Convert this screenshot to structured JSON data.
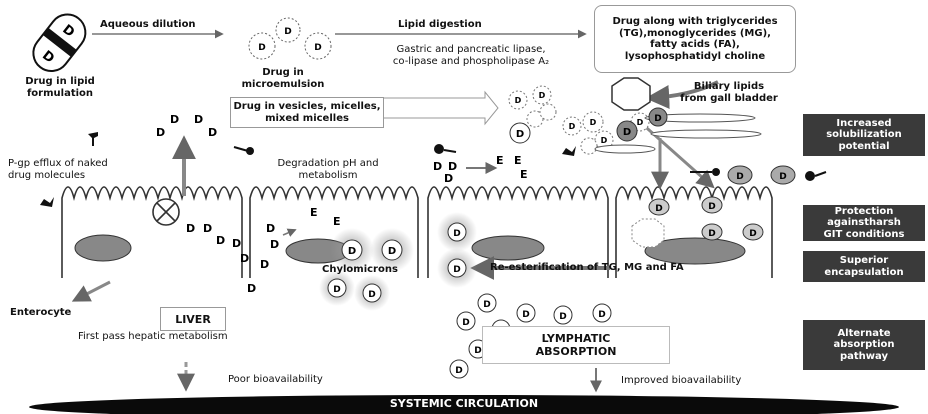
{
  "labels": {
    "aqueous_dilution": "Aqueous dilution",
    "lipid_digestion": "Lipid digestion",
    "drug_in_lipid_formulation": "Drug in lipid\nformulation",
    "drug_in_microemulsion": "Drug in\nmicroemulsion",
    "enzymes": "Gastric and pancreatic lipase,\nco-lipase and phospholipase A₂",
    "triglycerides_box": "Drug along with triglycerides\n(TG),monoglycerides (MG),\nfatty acids (FA),\nlysophosphatidyl choline",
    "biliary_lipids": "Biliary lipids\nfrom gall bladder",
    "vesicles_box": "Drug in vesicles, micelles,\nmixed micelles",
    "pgp_efflux": "P-gp efflux of naked\ndrug molecules",
    "degradation": "Degradation pH and\nmetabolism",
    "chylomicrons": "Chylomicrons",
    "re_esterification": "Re-esterification of TG, MG and FA",
    "enterocyte": "Enterocyte",
    "liver": "LIVER",
    "first_pass": "First pass hepatic metabolism",
    "poor_bioavailability": "Poor bioavailability",
    "improved_bioavailability": "Improved bioavailability",
    "lymphatic_absorption": "LYMPHATIC\nABSORPTION",
    "systemic_circulation": "SYSTEMIC CIRCULATION"
  },
  "side_labels": [
    "Increased\nsolubilization\npotential",
    "Protection\nagainstharsh\nGIT conditions",
    "Superior\nencapsulation",
    "Alternate\nabsorption\npathway"
  ],
  "colors": {
    "side_label_bg": "#3a3a3a",
    "circulation_bar": "#0a0a0a",
    "nucleus": "#888888",
    "arrow": "#777777"
  },
  "icons": [
    "capsule-icon",
    "pgp-transporter-icon",
    "vesicle-octagon-icon",
    "transporter-icons"
  ]
}
